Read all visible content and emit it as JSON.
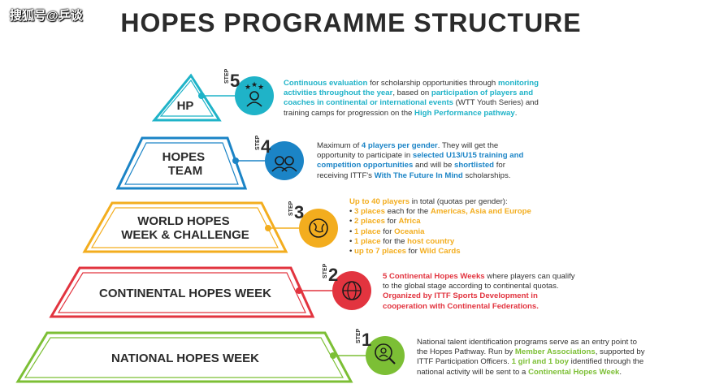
{
  "watermark": "搜狐号@乒谈",
  "title": "HOPES PROGRAMME STRUCTURE",
  "step_label": "STEP",
  "colors": {
    "hp": "#1fb3c8",
    "team": "#1b84c6",
    "world": "#f3ad1e",
    "continental": "#e2343f",
    "national": "#7cbf35"
  },
  "levels": [
    {
      "id": "hp",
      "name_lines": [
        "HP"
      ],
      "step": "5",
      "icon": "stars-person-icon",
      "desc": [
        [
          {
            "t": "Continuous evaluation",
            "h": true
          },
          {
            "t": " for scholarship opportunities through "
          },
          {
            "t": "monitoring",
            "h": true
          }
        ],
        [
          {
            "t": "activities throughout the year",
            "h": true
          },
          {
            "t": ", based on "
          },
          {
            "t": "participation of players and",
            "h": true
          }
        ],
        [
          {
            "t": "coaches in continental or international events",
            "h": true
          },
          {
            "t": " (WTT Youth Series) and"
          }
        ],
        [
          {
            "t": "training camps for progression on the "
          },
          {
            "t": "High Performance pathway",
            "h": true
          },
          {
            "t": "."
          }
        ]
      ]
    },
    {
      "id": "team",
      "name_lines": [
        "HOPES",
        "TEAM"
      ],
      "step": "4",
      "icon": "team-people-icon",
      "desc": [
        [
          {
            "t": "Maximum of "
          },
          {
            "t": "4 players per gender",
            "h": true
          },
          {
            "t": ". They will get the"
          }
        ],
        [
          {
            "t": "opportunity to participate in "
          },
          {
            "t": "selected U13/U15 training and",
            "h": true
          }
        ],
        [
          {
            "t": "competition opportunities",
            "h": true
          },
          {
            "t": " and will be "
          },
          {
            "t": "shortlisted",
            "h": true
          },
          {
            "t": " for"
          }
        ],
        [
          {
            "t": "receiving ITTF's "
          },
          {
            "t": "With The Future In Mind",
            "h": true
          },
          {
            "t": " scholarships."
          }
        ]
      ]
    },
    {
      "id": "world",
      "name_lines": [
        "WORLD HOPES",
        "WEEK & CHALLENGE"
      ],
      "step": "3",
      "icon": "globe-icon",
      "desc": [
        [
          {
            "t": "Up to 40 players",
            "h": true
          },
          {
            "t": " in total (quotas per gender):"
          }
        ],
        [
          {
            "t": "• "
          },
          {
            "t": "3 places",
            "h": true
          },
          {
            "t": " each for the "
          },
          {
            "t": "Americas, Asia and Europe",
            "h": true
          }
        ],
        [
          {
            "t": "• "
          },
          {
            "t": "2 places",
            "h": true
          },
          {
            "t": " for "
          },
          {
            "t": "Africa",
            "h": true
          }
        ],
        [
          {
            "t": "• "
          },
          {
            "t": "1 place",
            "h": true
          },
          {
            "t": " for "
          },
          {
            "t": "Oceania",
            "h": true
          }
        ],
        [
          {
            "t": "• "
          },
          {
            "t": "1 place",
            "h": true
          },
          {
            "t": " for the "
          },
          {
            "t": "host country",
            "h": true
          }
        ],
        [
          {
            "t": "• "
          },
          {
            "t": "up to 7 places",
            "h": true
          },
          {
            "t": " for "
          },
          {
            "t": "Wild Cards",
            "h": true
          }
        ]
      ]
    },
    {
      "id": "continental",
      "name_lines": [
        "CONTINENTAL HOPES WEEK"
      ],
      "step": "2",
      "icon": "continent-globe-icon",
      "desc": [
        [
          {
            "t": "5 Continental Hopes Weeks",
            "h": true
          },
          {
            "t": " where players can qualify"
          }
        ],
        [
          {
            "t": "to the global stage according to continental quotas."
          }
        ],
        [
          {
            "t": "Organized by ITTF Sports Development in",
            "h": true
          }
        ],
        [
          {
            "t": "cooperation with Continental Federations.",
            "h": true
          }
        ]
      ]
    },
    {
      "id": "national",
      "name_lines": [
        "NATIONAL HOPES WEEK"
      ],
      "step": "1",
      "icon": "magnifier-person-icon",
      "desc": [
        [
          {
            "t": "National talent identification programs serve as an entry point to"
          }
        ],
        [
          {
            "t": "the Hopes Pathway. Run by "
          },
          {
            "t": "Member Associations",
            "h": true
          },
          {
            "t": ", supported by"
          }
        ],
        [
          {
            "t": "ITTF Participation Officers. "
          },
          {
            "t": "1 girl and 1 boy",
            "h": true
          },
          {
            "t": " identified through the"
          }
        ],
        [
          {
            "t": "national activity will be sent to a "
          },
          {
            "t": "Continental Hopes Week",
            "h": true
          },
          {
            "t": "."
          }
        ]
      ]
    }
  ]
}
